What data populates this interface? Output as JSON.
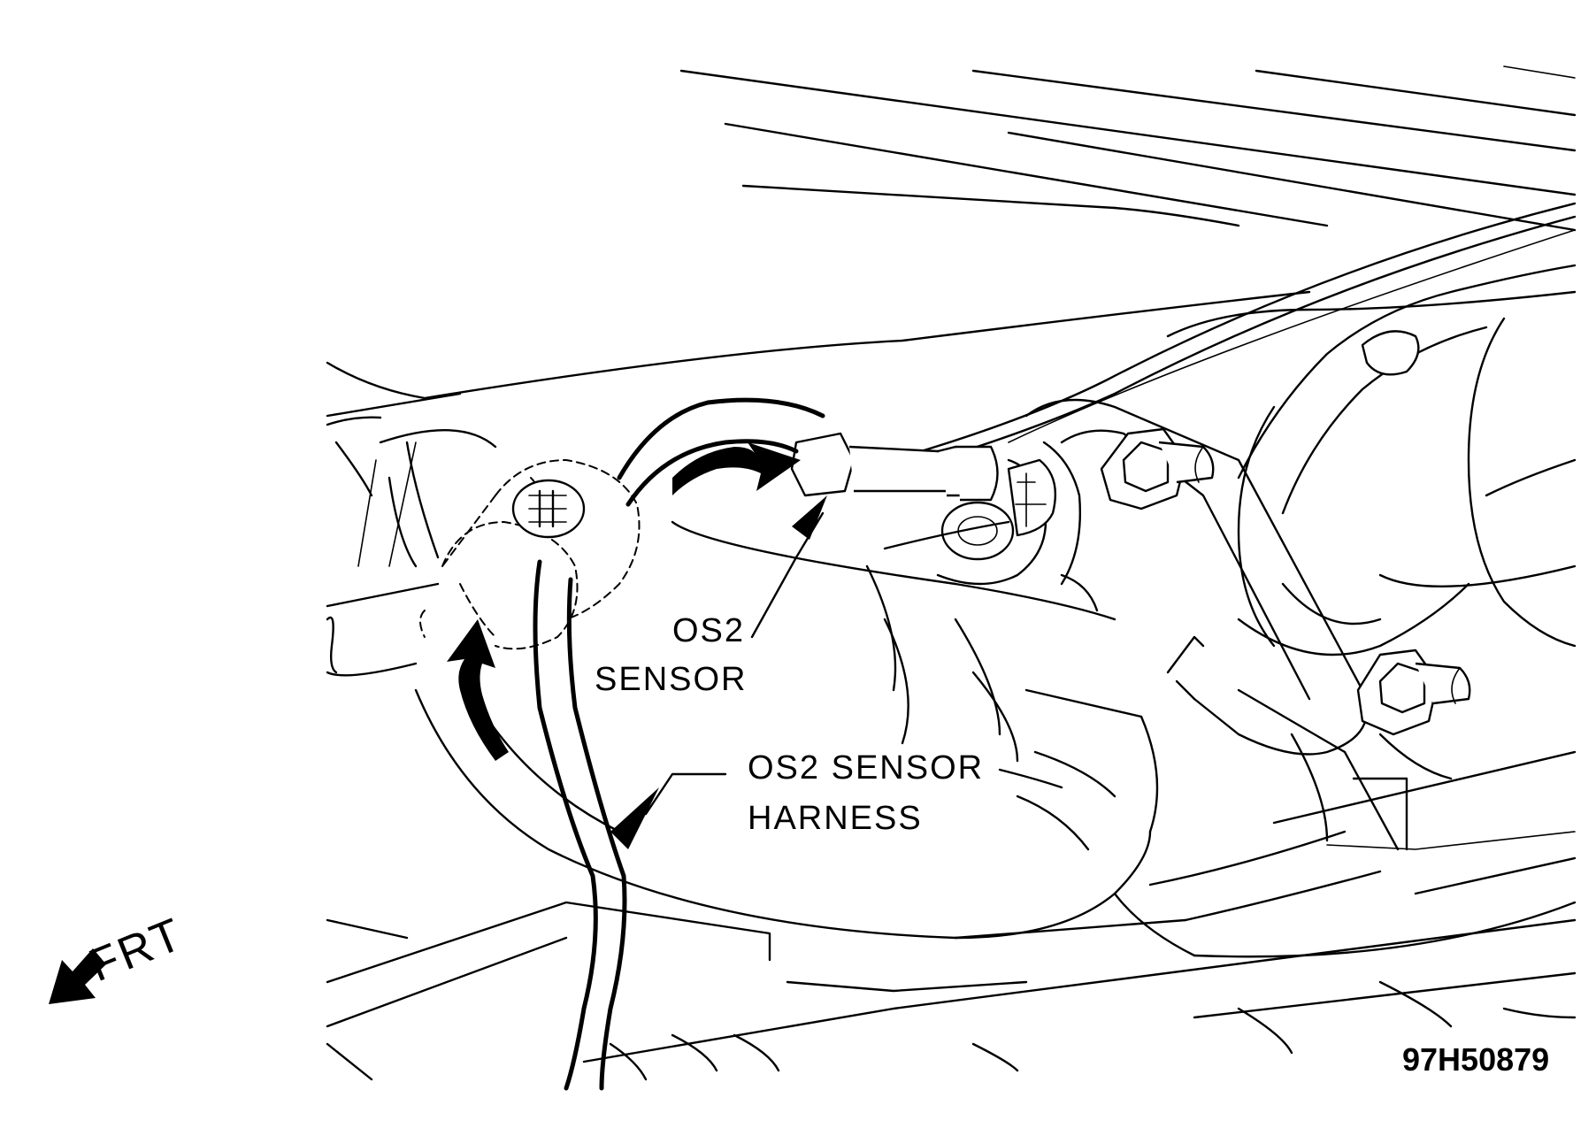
{
  "labels": {
    "os2_sensor_line1": "OS2",
    "os2_sensor_line2": "SENSOR",
    "harness_line1": "OS2 SENSOR",
    "harness_line2": "HARNESS",
    "front": "FRT",
    "figure_number": "97H50879"
  }
}
